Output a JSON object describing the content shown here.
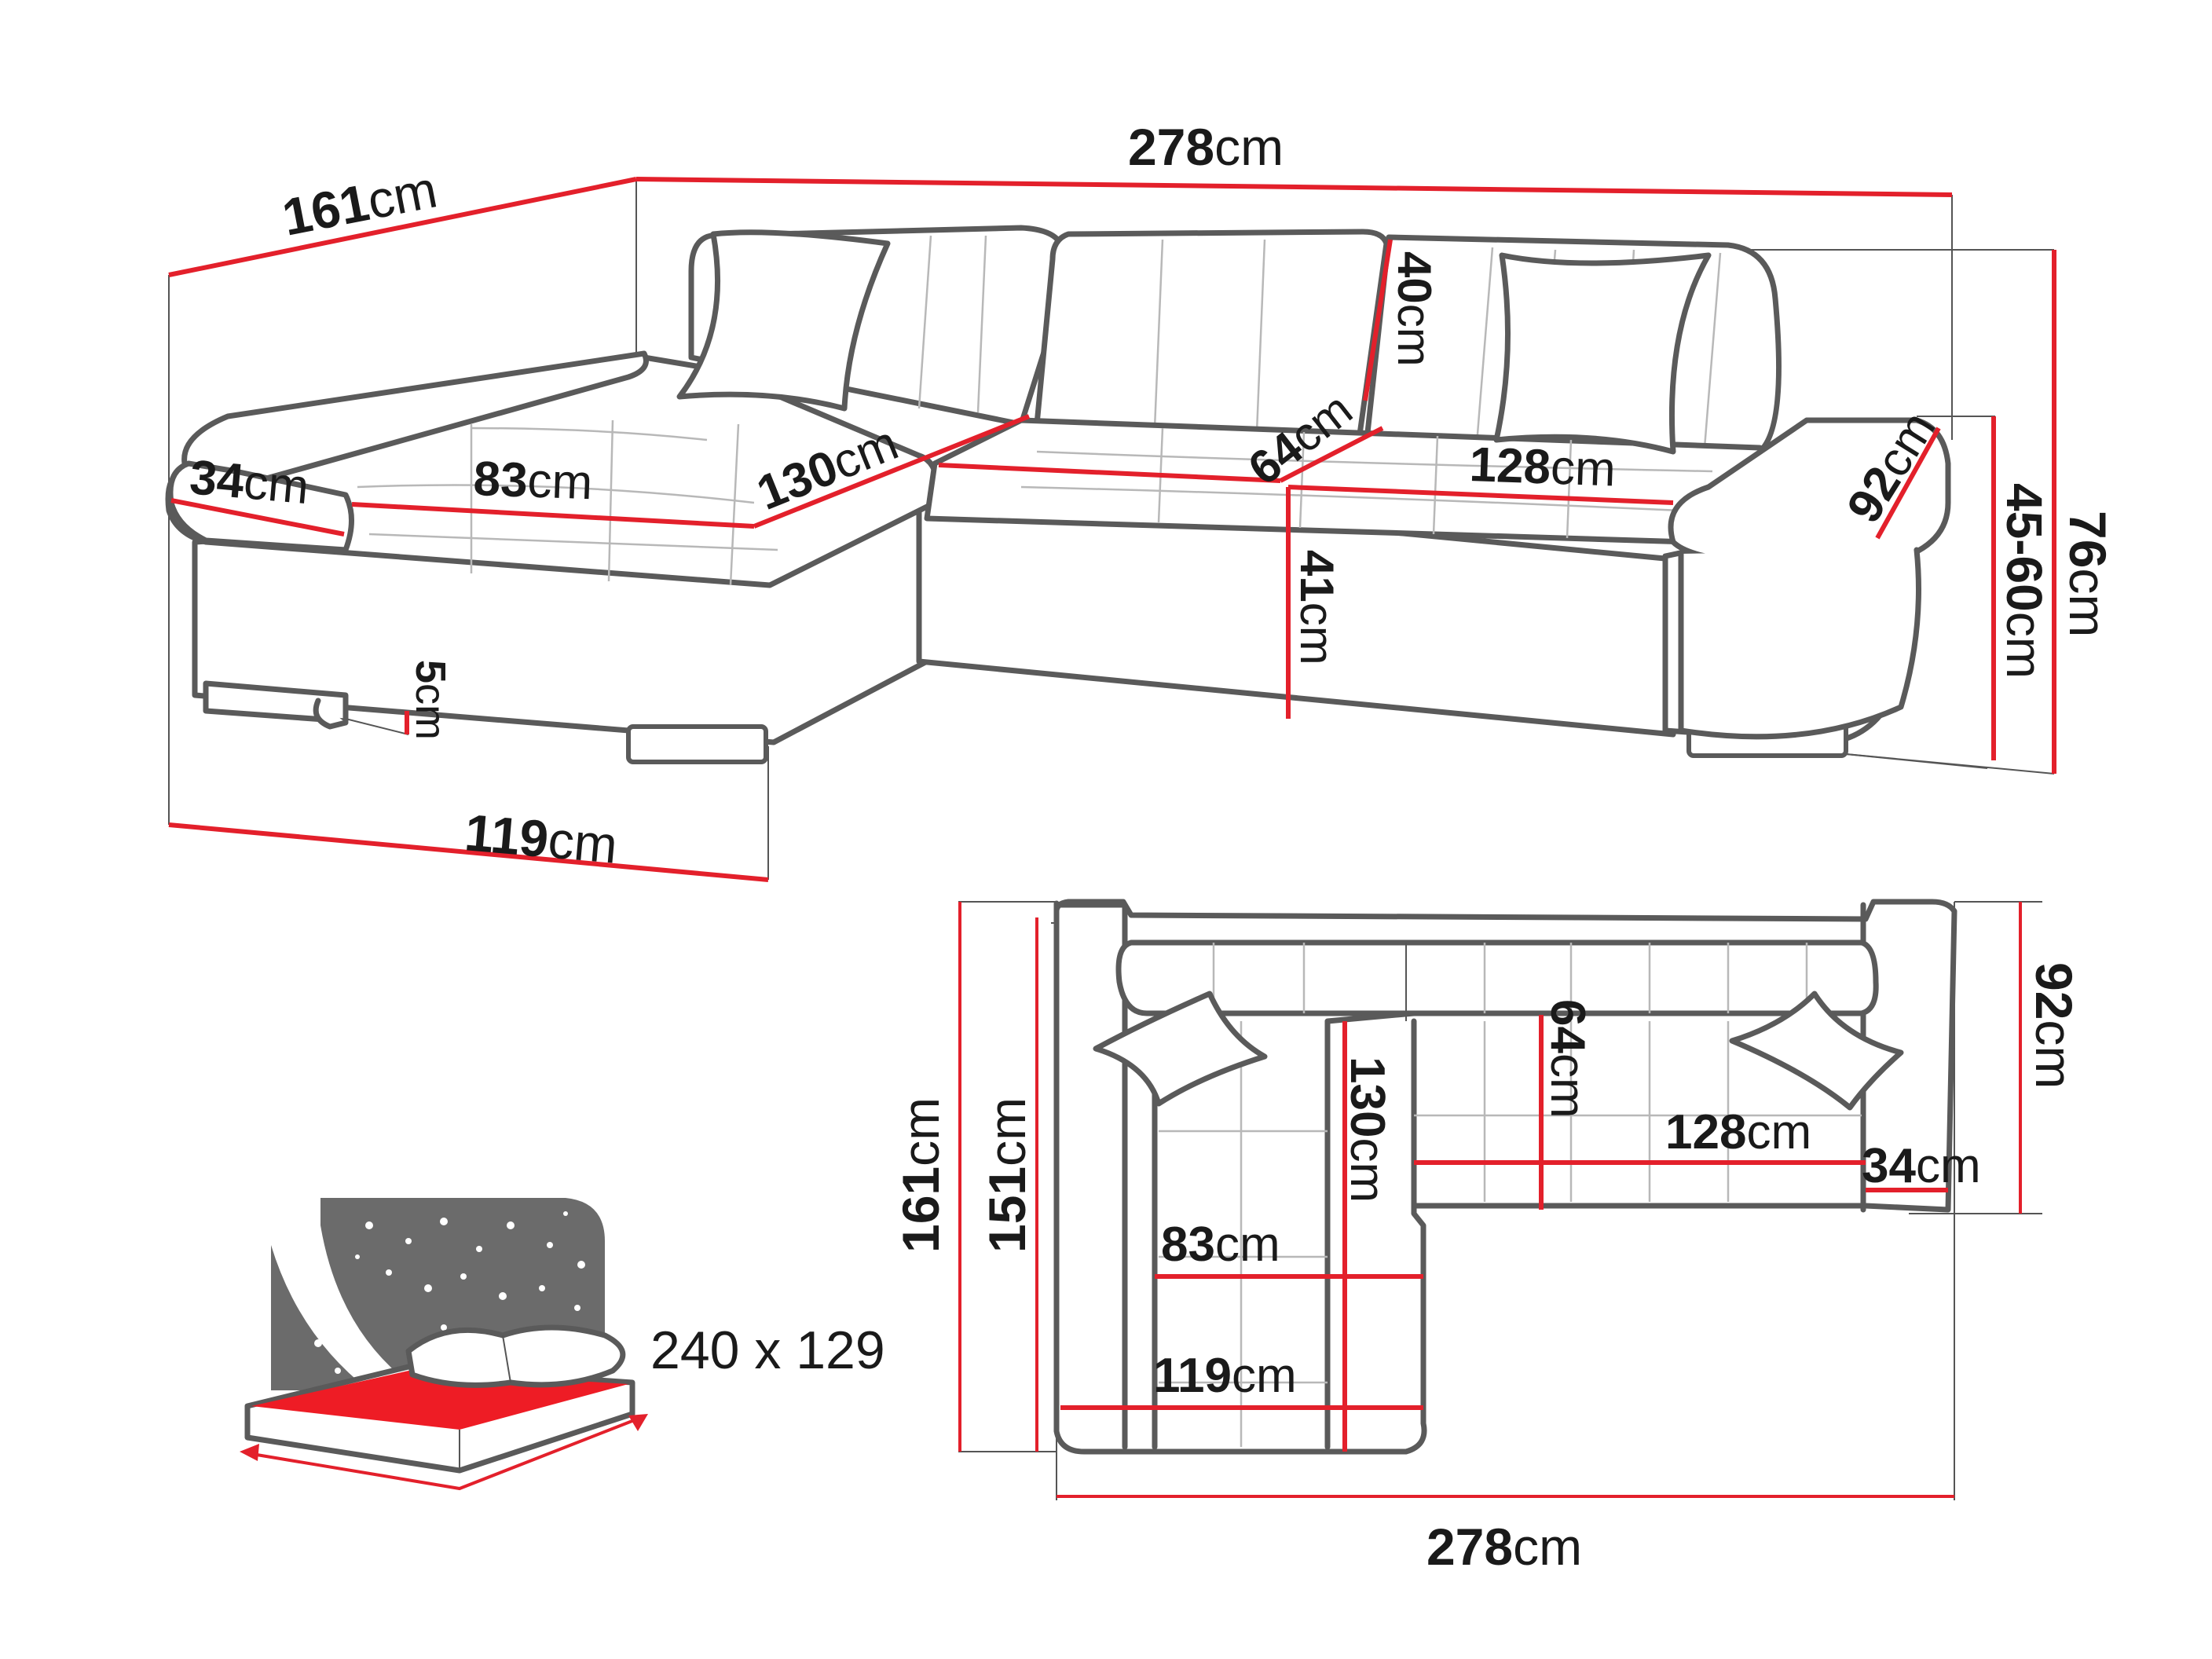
{
  "colors": {
    "dimension_line": "#e3202b",
    "outline": "#5a5a5a",
    "bed_surface": "#ee1c25",
    "night_sky": "#6b6b6b"
  },
  "perspective_view": {
    "total_width": {
      "value": "278",
      "unit": "cm"
    },
    "chaise_depth_top": {
      "value": "161",
      "unit": "cm"
    },
    "chaise_front_width": {
      "value": "119",
      "unit": "cm"
    },
    "armrest_width_left": {
      "value": "34",
      "unit": "cm"
    },
    "seat_depth_chaise": {
      "value": "83",
      "unit": "cm"
    },
    "chaise_seat_length": {
      "value": "130",
      "unit": "cm"
    },
    "backrest_height": {
      "value": "40",
      "unit": "cm"
    },
    "seat_depth_middle": {
      "value": "64",
      "unit": "cm"
    },
    "seat_width_right": {
      "value": "128",
      "unit": "cm"
    },
    "armrest_depth_right": {
      "value": "92",
      "unit": "cm"
    },
    "seat_height": {
      "value": "41",
      "unit": "cm"
    },
    "leg_height": {
      "value": "5",
      "unit": "cm"
    },
    "armrest_height": {
      "value": "45-60",
      "unit": "cm"
    },
    "total_height": {
      "value": "76",
      "unit": "cm"
    }
  },
  "top_view": {
    "total_depth_outer": {
      "value": "161",
      "unit": "cm"
    },
    "total_depth_inner": {
      "value": "151",
      "unit": "cm"
    },
    "chaise_length": {
      "value": "130",
      "unit": "cm"
    },
    "seat_depth": {
      "value": "64",
      "unit": "cm"
    },
    "seat_width": {
      "value": "128",
      "unit": "cm"
    },
    "armrest_width": {
      "value": "34",
      "unit": "cm"
    },
    "chaise_seat_width": {
      "value": "83",
      "unit": "cm"
    },
    "chaise_total_width": {
      "value": "119",
      "unit": "cm"
    },
    "total_width": {
      "value": "278",
      "unit": "cm"
    },
    "back_depth": {
      "value": "92",
      "unit": "cm"
    }
  },
  "sleeping_area": {
    "label": "240 x 129"
  },
  "icons": {
    "bed": "bed-with-starry-headboard-icon",
    "pillow": "pillow-icon"
  }
}
